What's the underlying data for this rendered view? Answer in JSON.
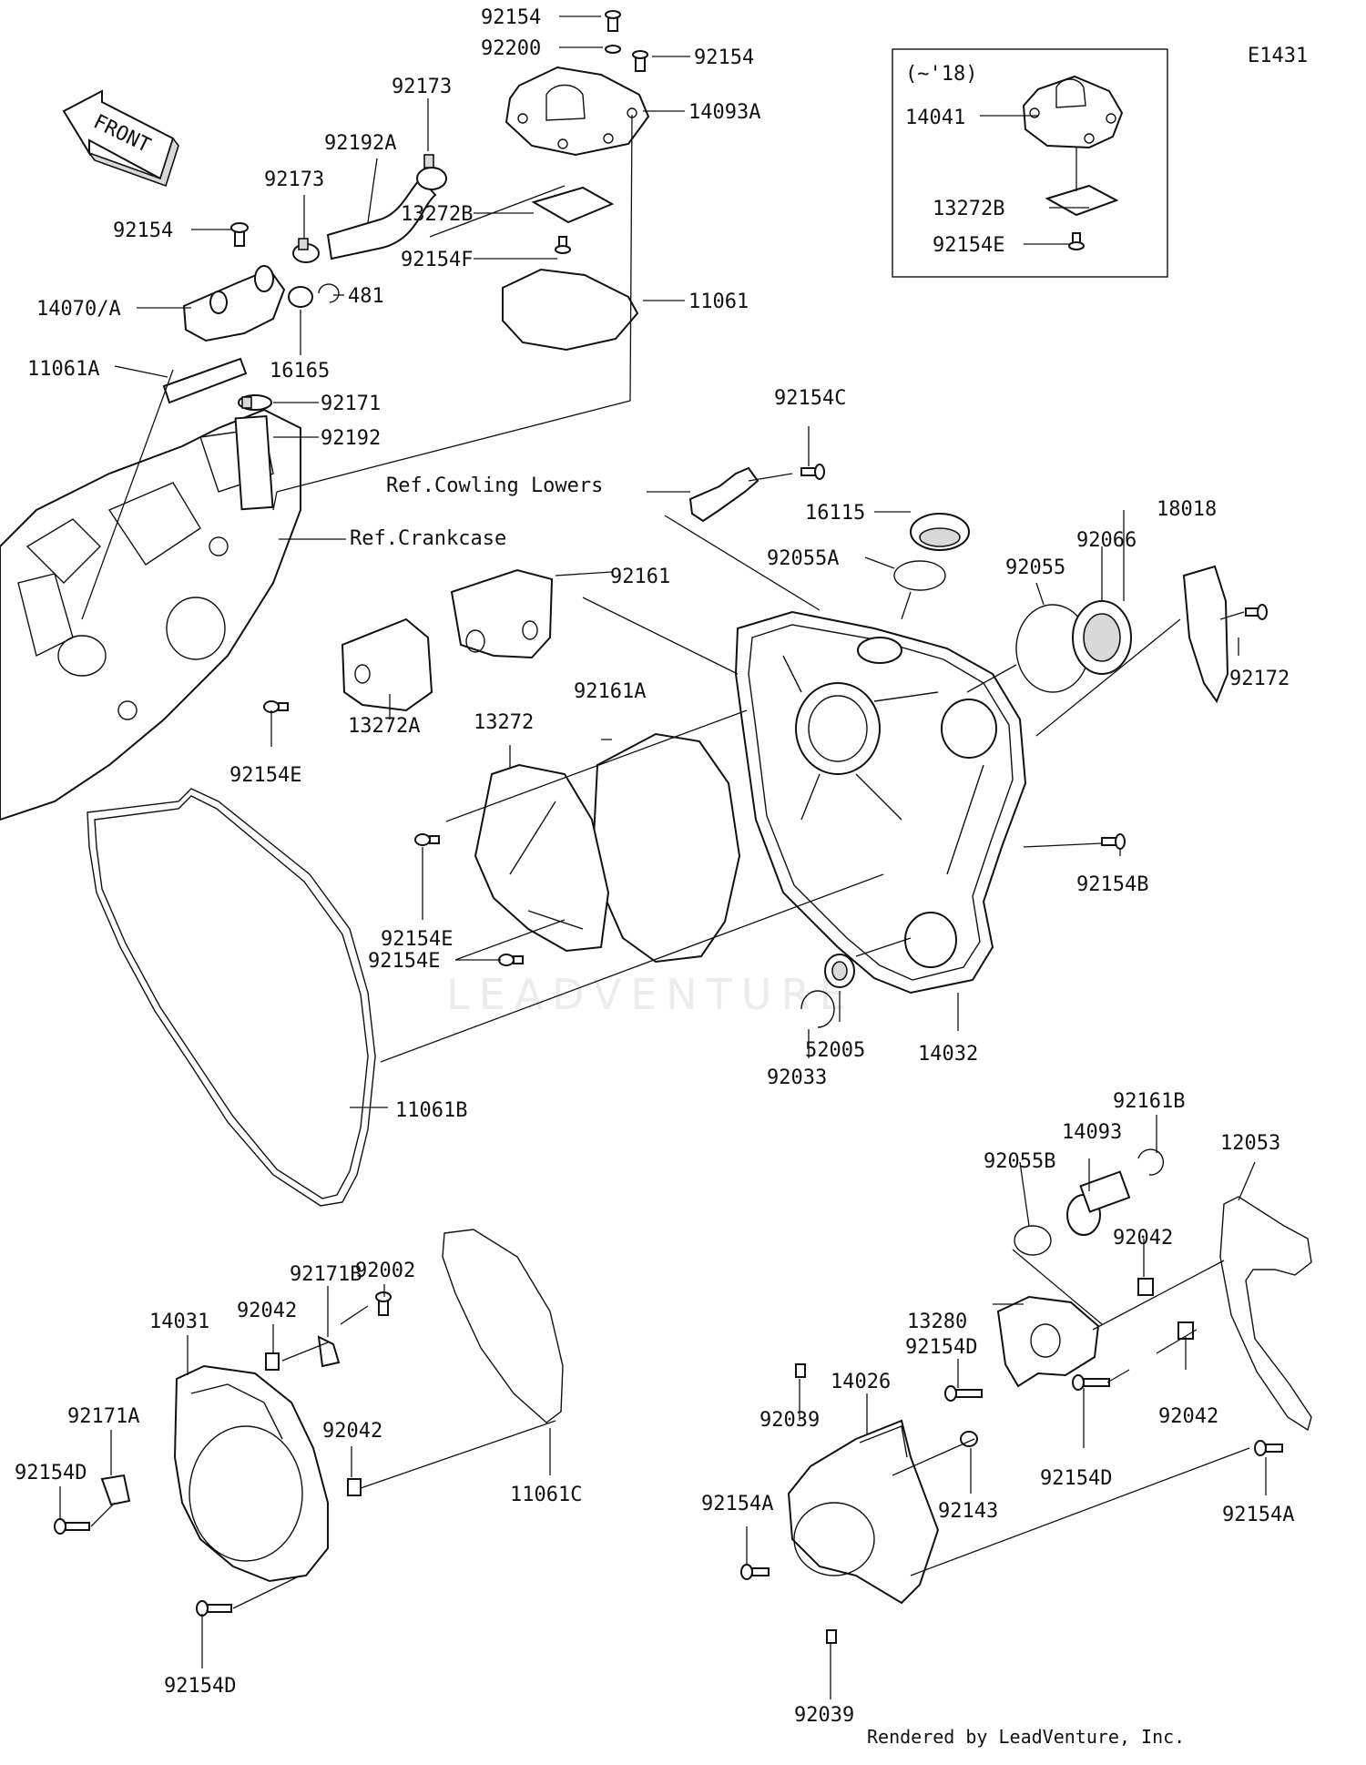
{
  "diagram_id": "E1431",
  "front_label": "FRONT",
  "inset_label": "(~'18)",
  "watermark": "LEADVENTURE",
  "footer": "Rendered by LeadVenture, Inc.",
  "refs": {
    "cowling": "Ref.Cowling Lowers",
    "crankcase": "Ref.Crankcase"
  },
  "parts": {
    "p92154_top": "92154",
    "p92200": "92200",
    "p92154_r": "92154",
    "p14093A": "14093A",
    "p92173_a": "92173",
    "p92192A": "92192A",
    "p92173_b": "92173",
    "p13272B_a": "13272B",
    "p92154F": "92154F",
    "p92154_l": "92154",
    "p14070A": "14070/A",
    "p481": "481",
    "p11061": "11061",
    "p16165": "16165",
    "p11061A": "11061A",
    "p92171": "92171",
    "p92192": "92192",
    "p14041": "14041",
    "p13272B_b": "13272B",
    "p92154E_i": "92154E",
    "p92154C": "92154C",
    "p16115": "16115",
    "p18018": "18018",
    "p92055A": "92055A",
    "p92055": "92055",
    "p92066": "92066",
    "p92161": "92161",
    "p92172": "92172",
    "p92161A": "92161A",
    "p13272": "13272",
    "p13272A": "13272A",
    "p92154E_a": "92154E",
    "p92154E_b": "92154E",
    "p92154E_c": "92154E",
    "p92154B": "92154B",
    "p92033": "92033",
    "p52005": "52005",
    "p14032": "14032",
    "p11061B": "11061B",
    "p92161B": "92161B",
    "p14093": "14093",
    "p12053": "12053",
    "p92055B": "92055B",
    "p92042_r1": "92042",
    "p92042_r2": "92042",
    "p13280": "13280",
    "p92154D_r1": "92154D",
    "p92154D_r2": "92154D",
    "p14026": "14026",
    "p92039_a": "92039",
    "p92039_b": "92039",
    "p92154A_l": "92154A",
    "p92154A_r": "92154A",
    "p92143": "92143",
    "p92002": "92002",
    "p92171B": "92171B",
    "p92042_l1": "92042",
    "p92042_l2": "92042",
    "p14031": "14031",
    "p92171A": "92171A",
    "p92154D_l1": "92154D",
    "p92154D_l2": "92154D",
    "p11061C": "11061C"
  }
}
